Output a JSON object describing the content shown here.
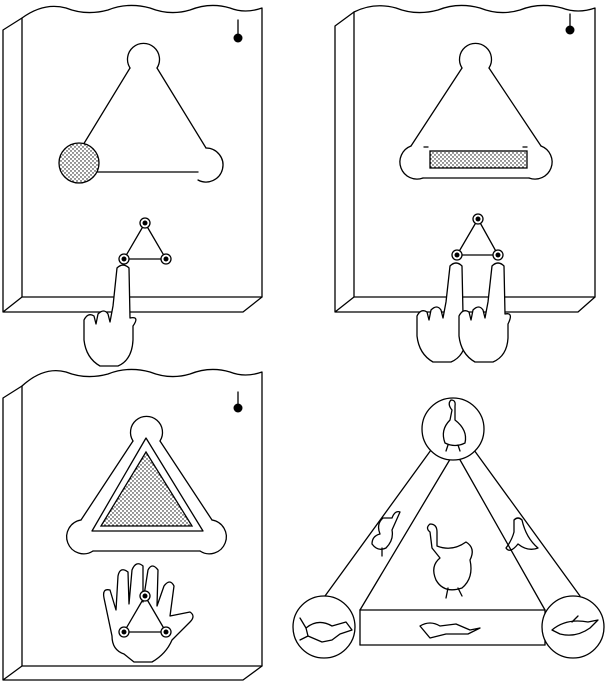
{
  "figure": {
    "panels": [
      {
        "id": "panel-1",
        "fill_region": "left-vertex",
        "touch_points": 1,
        "hand": "single-finger"
      },
      {
        "id": "panel-2",
        "fill_region": "bottom-edge",
        "touch_points": 2,
        "hand": "two-fingers"
      },
      {
        "id": "panel-3",
        "fill_region": "interior-triangle",
        "touch_points": 3,
        "hand": "open-palm"
      },
      {
        "id": "panel-4",
        "fill_region": "none",
        "touch_points": 0,
        "hand": "none"
      }
    ],
    "colors": {
      "ink": "#000000",
      "paper": "#ffffff",
      "stipple": "#000000"
    },
    "icons": [
      "goose-icon",
      "frog-icon",
      "dolphin-icon",
      "indicator-icon",
      "finger-icon",
      "hand-icon"
    ]
  }
}
